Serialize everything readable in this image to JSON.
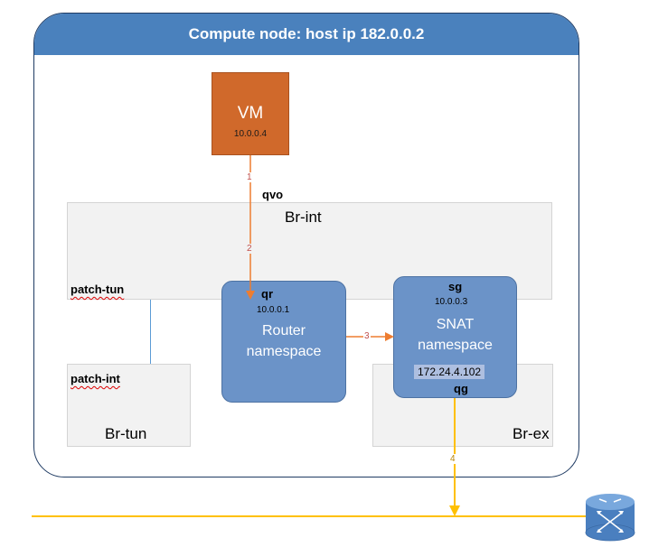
{
  "node": {
    "title": "Compute node: host ip 182.0.0.2"
  },
  "vm": {
    "label": "VM",
    "ip": "10.0.0.4"
  },
  "br_int": {
    "label": "Br-int",
    "port_qvo": "qvo",
    "port_patch_tun": "patch-tun"
  },
  "br_tun": {
    "label": "Br-tun",
    "port_patch_int": "patch-int"
  },
  "br_ex": {
    "label": "Br-ex"
  },
  "router_ns": {
    "port": "qr",
    "ip": "10.0.0.1",
    "label_line1": "Router",
    "label_line2": "namespace"
  },
  "snat_ns": {
    "port": "sg",
    "ip": "10.0.0.3",
    "label_line1": "SNAT",
    "label_line2": "namespace",
    "ext_ip": "172.24.4.102",
    "ext_port": "qg"
  },
  "flows": [
    "1",
    "2",
    "3",
    "4"
  ],
  "colors": {
    "header": "#4a81bd",
    "vm": "#d0692b",
    "namespace": "#6b93c8",
    "arrow": "#ed7d31",
    "external": "#ffc000",
    "router_icon": "#4a7fbf"
  },
  "icons": {
    "external_router": "router-icon"
  }
}
